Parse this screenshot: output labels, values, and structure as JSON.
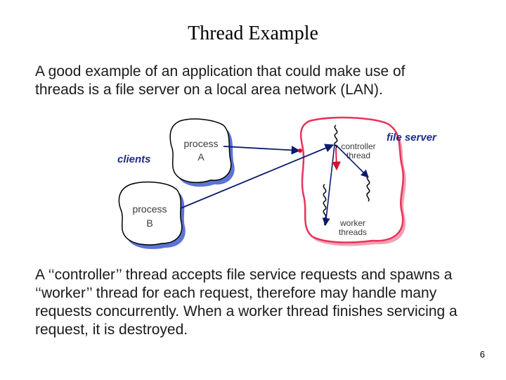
{
  "slide": {
    "title": "Thread Example",
    "intro_lines": [
      "A good example of an application that could make use of",
      "threads is a file server on a local area network (LAN)."
    ],
    "desc_lines": [
      "A ‘‘controller’’ thread accepts file service requests and spawns a",
      "‘‘worker’’ thread for each request, therefore  may handle many",
      "requests concurrently. When a worker thread finishes servicing a",
      "request,  it  is destroyed."
    ],
    "page_number": "6"
  },
  "diagram": {
    "clients_label": "clients",
    "process_a": [
      "process",
      "A"
    ],
    "process_b": [
      "process",
      "B"
    ],
    "file_server_label": "file server",
    "controller_label": [
      "controller",
      "thread"
    ],
    "worker_label": [
      "worker",
      "threads"
    ],
    "colors": {
      "blob_shadow": "#5b74d6",
      "server_outline": "#e8335a",
      "server_shadow": "#f2a0b4",
      "arrow": "#0a1a6e",
      "red_arrow": "#d8102a",
      "label_blue": "#1f2a8c",
      "process_text": "#3a3a3a"
    }
  }
}
